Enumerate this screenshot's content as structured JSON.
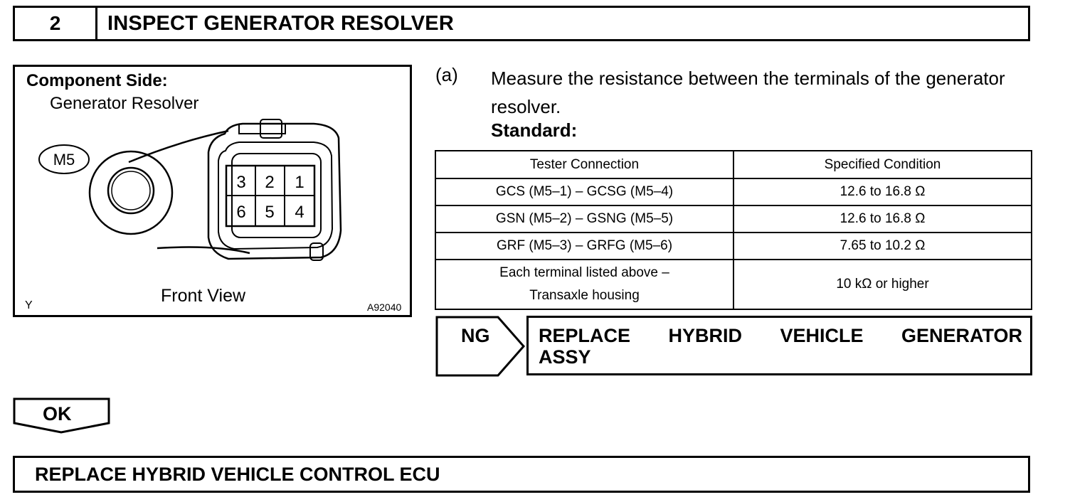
{
  "step": {
    "number": "2",
    "title": "INSPECT GENERATOR RESOLVER"
  },
  "figure": {
    "heading": "Component Side:",
    "subheading": "Generator Resolver",
    "connector_tag": "M5",
    "pins_top": [
      "3",
      "2",
      "1"
    ],
    "pins_bottom": [
      "6",
      "5",
      "4"
    ],
    "caption": "Front View",
    "corner_mark": "Y",
    "code": "A92040"
  },
  "procedure": {
    "label": "(a)",
    "text": "Measure the resistance between the terminals of the generator resolver.",
    "standard_label": "Standard:"
  },
  "table": {
    "headers": [
      "Tester Connection",
      "Specified Condition"
    ],
    "rows": [
      {
        "connection": "GCS (M5–1) – GCSG (M5–4)",
        "condition": "12.6 to 16.8 Ω"
      },
      {
        "connection": "GSN (M5–2) – GSNG (M5–5)",
        "condition": "12.6 to 16.8 Ω"
      },
      {
        "connection": "GRF (M5–3) – GRFG (M5–6)",
        "condition": "7.65 to 10.2 Ω"
      }
    ],
    "last_row": {
      "connection_line1": "Each terminal listed above –",
      "connection_line2": "Transaxle housing",
      "condition": "10 kΩ or higher"
    }
  },
  "ng": {
    "label": "NG",
    "action": "REPLACE HYBRID VEHICLE GENERATOR ASSY"
  },
  "ok": {
    "label": "OK"
  },
  "final_action": "REPLACE HYBRID VEHICLE CONTROL ECU"
}
